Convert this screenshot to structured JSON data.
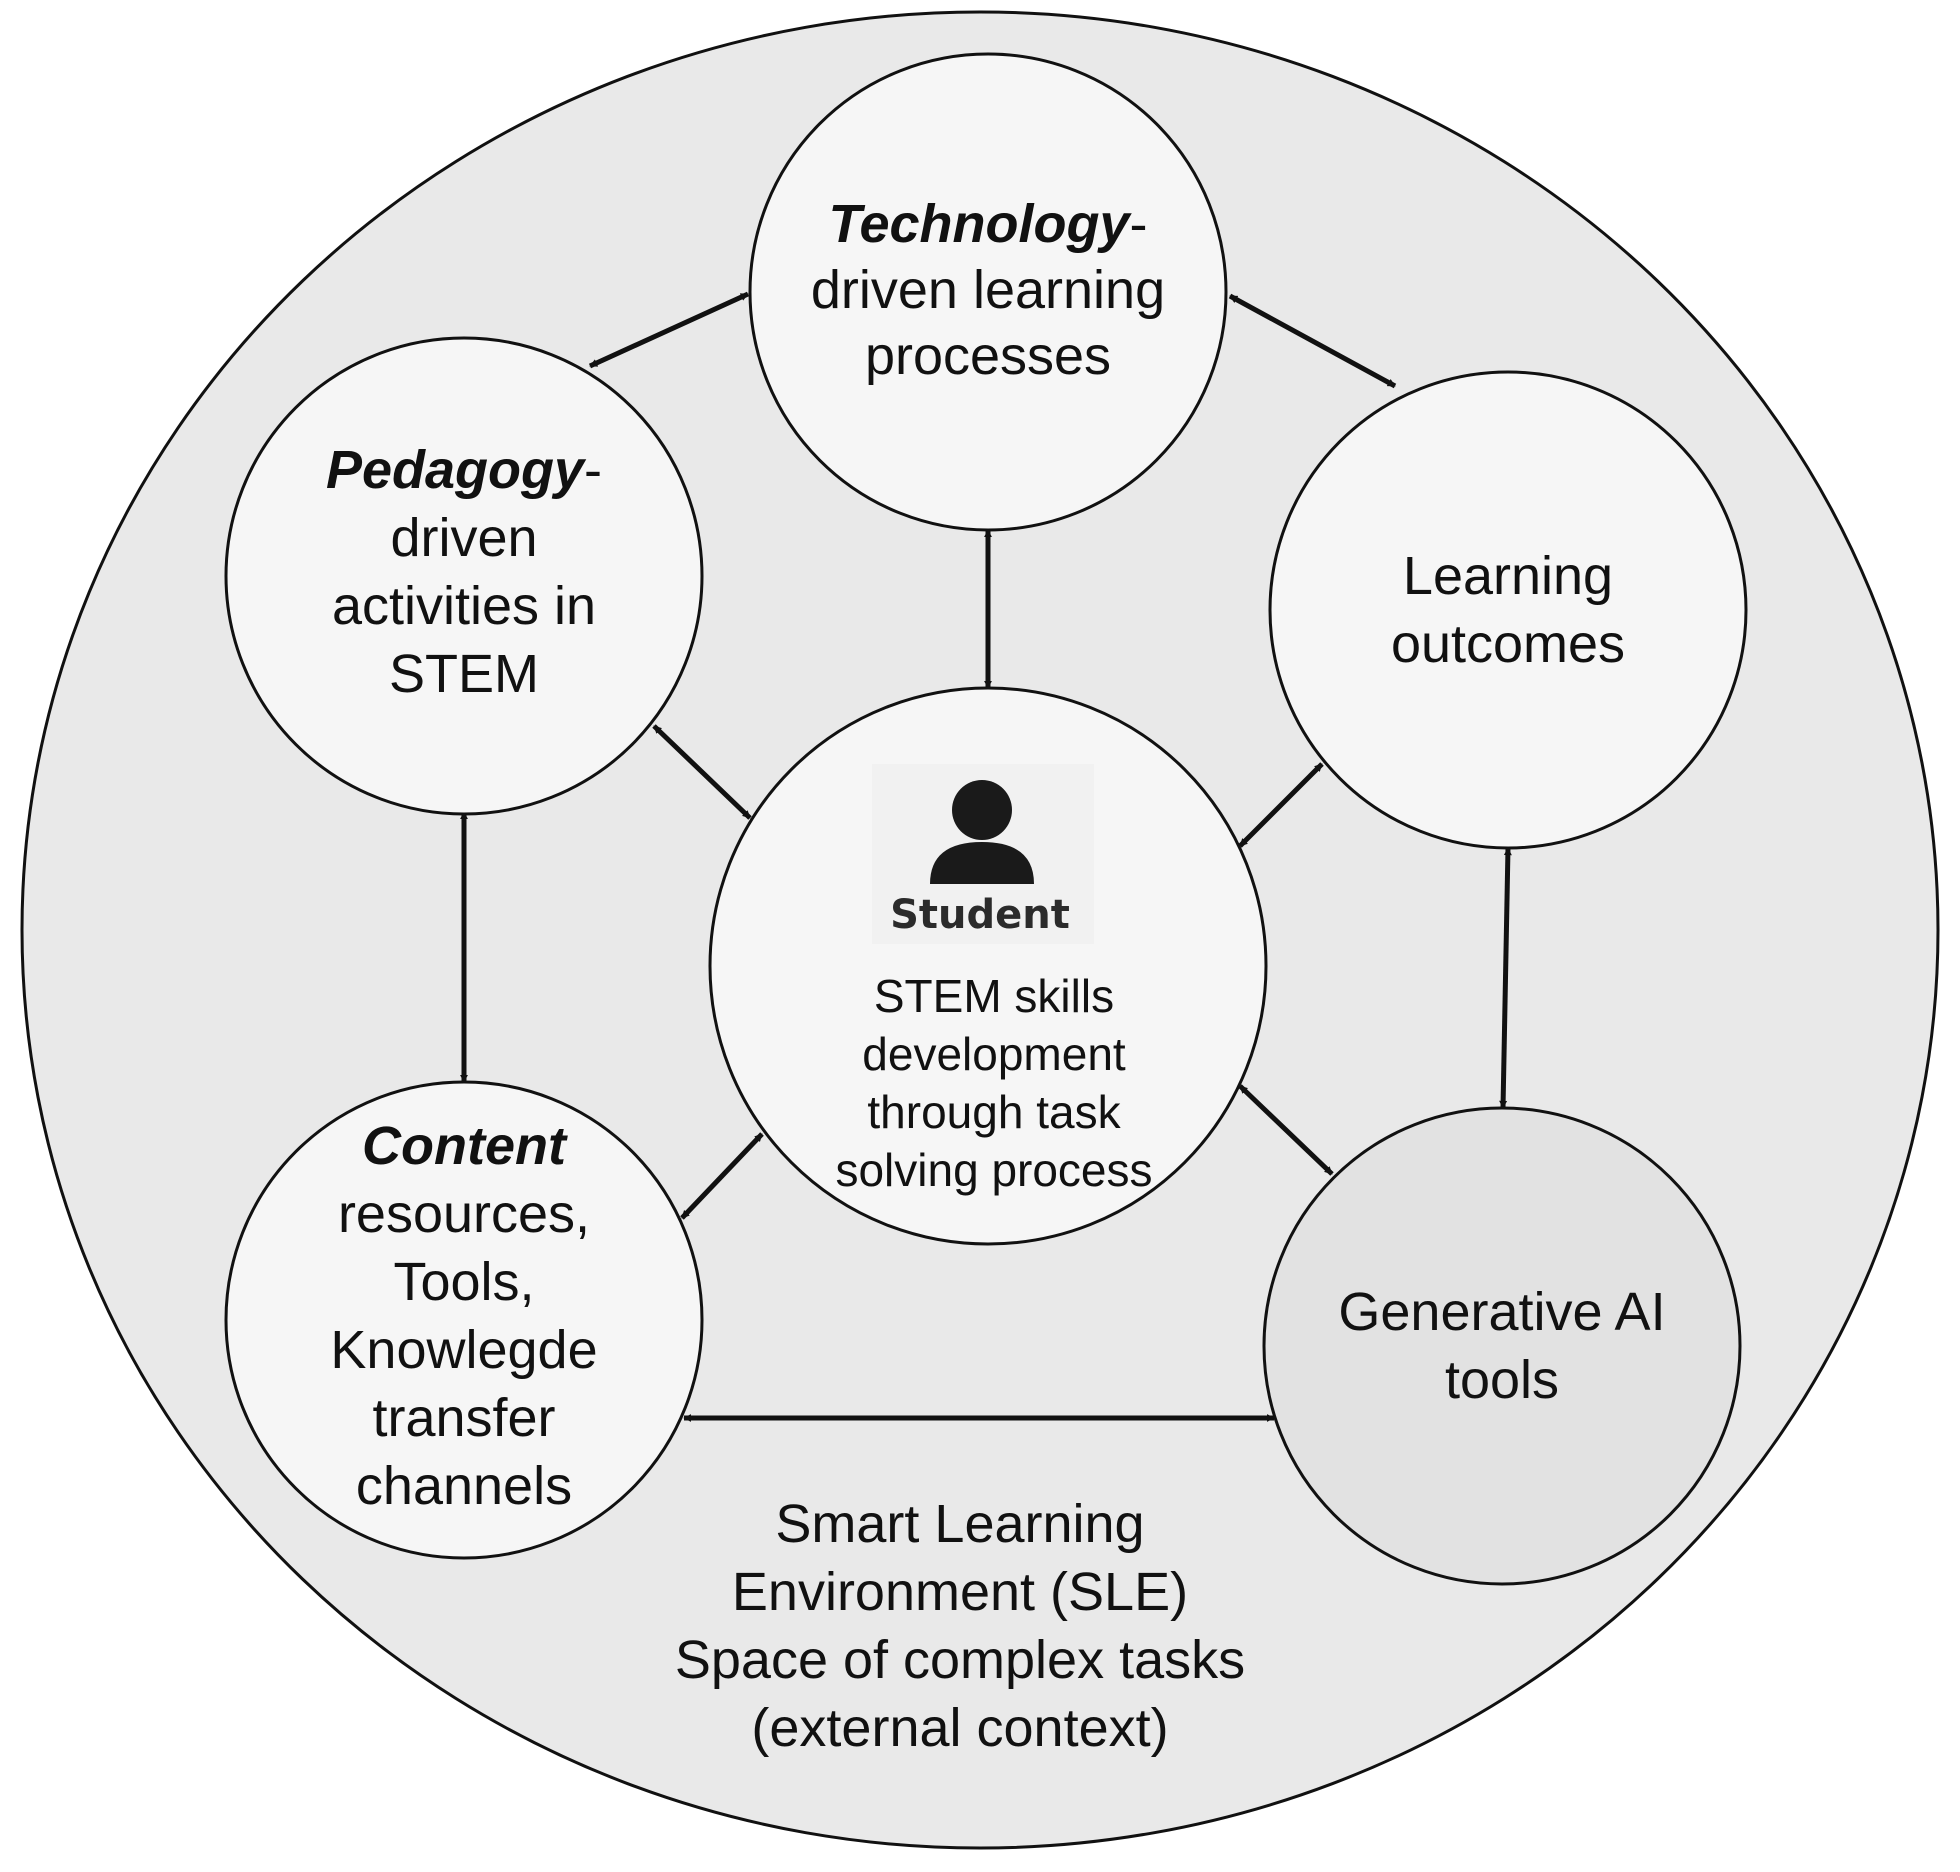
{
  "colors": {
    "outer_fill": "#e9e9e9",
    "node_fill": "#f6f6f6",
    "genai_fill": "#e2e2e2",
    "stroke": "#111111",
    "icon": "#1a1a1a"
  },
  "outer": {
    "lines": [
      "Smart Learning",
      "Environment (SLE)",
      "Space of complex tasks",
      "(external context)"
    ]
  },
  "nodes": {
    "technology": {
      "emph": "Technology",
      "suffix": "-",
      "line2": "driven learning",
      "line3": "processes"
    },
    "pedagogy": {
      "emph": "Pedagogy",
      "suffix": "-",
      "line2": "driven",
      "line3": "activities in",
      "line4": "STEM"
    },
    "outcomes": {
      "line1": "Learning",
      "line2": "outcomes"
    },
    "content": {
      "emph": "Content",
      "line2": "resources,",
      "line3": "Tools,",
      "line4": "Knowlegde",
      "line5": "transfer",
      "line6": "channels"
    },
    "genai": {
      "line1": "Generative AI",
      "line2": "tools"
    },
    "student": {
      "icon": "user-icon",
      "badge": "Student",
      "lines": [
        "STEM skills",
        "development",
        "through task",
        "solving process"
      ]
    }
  }
}
